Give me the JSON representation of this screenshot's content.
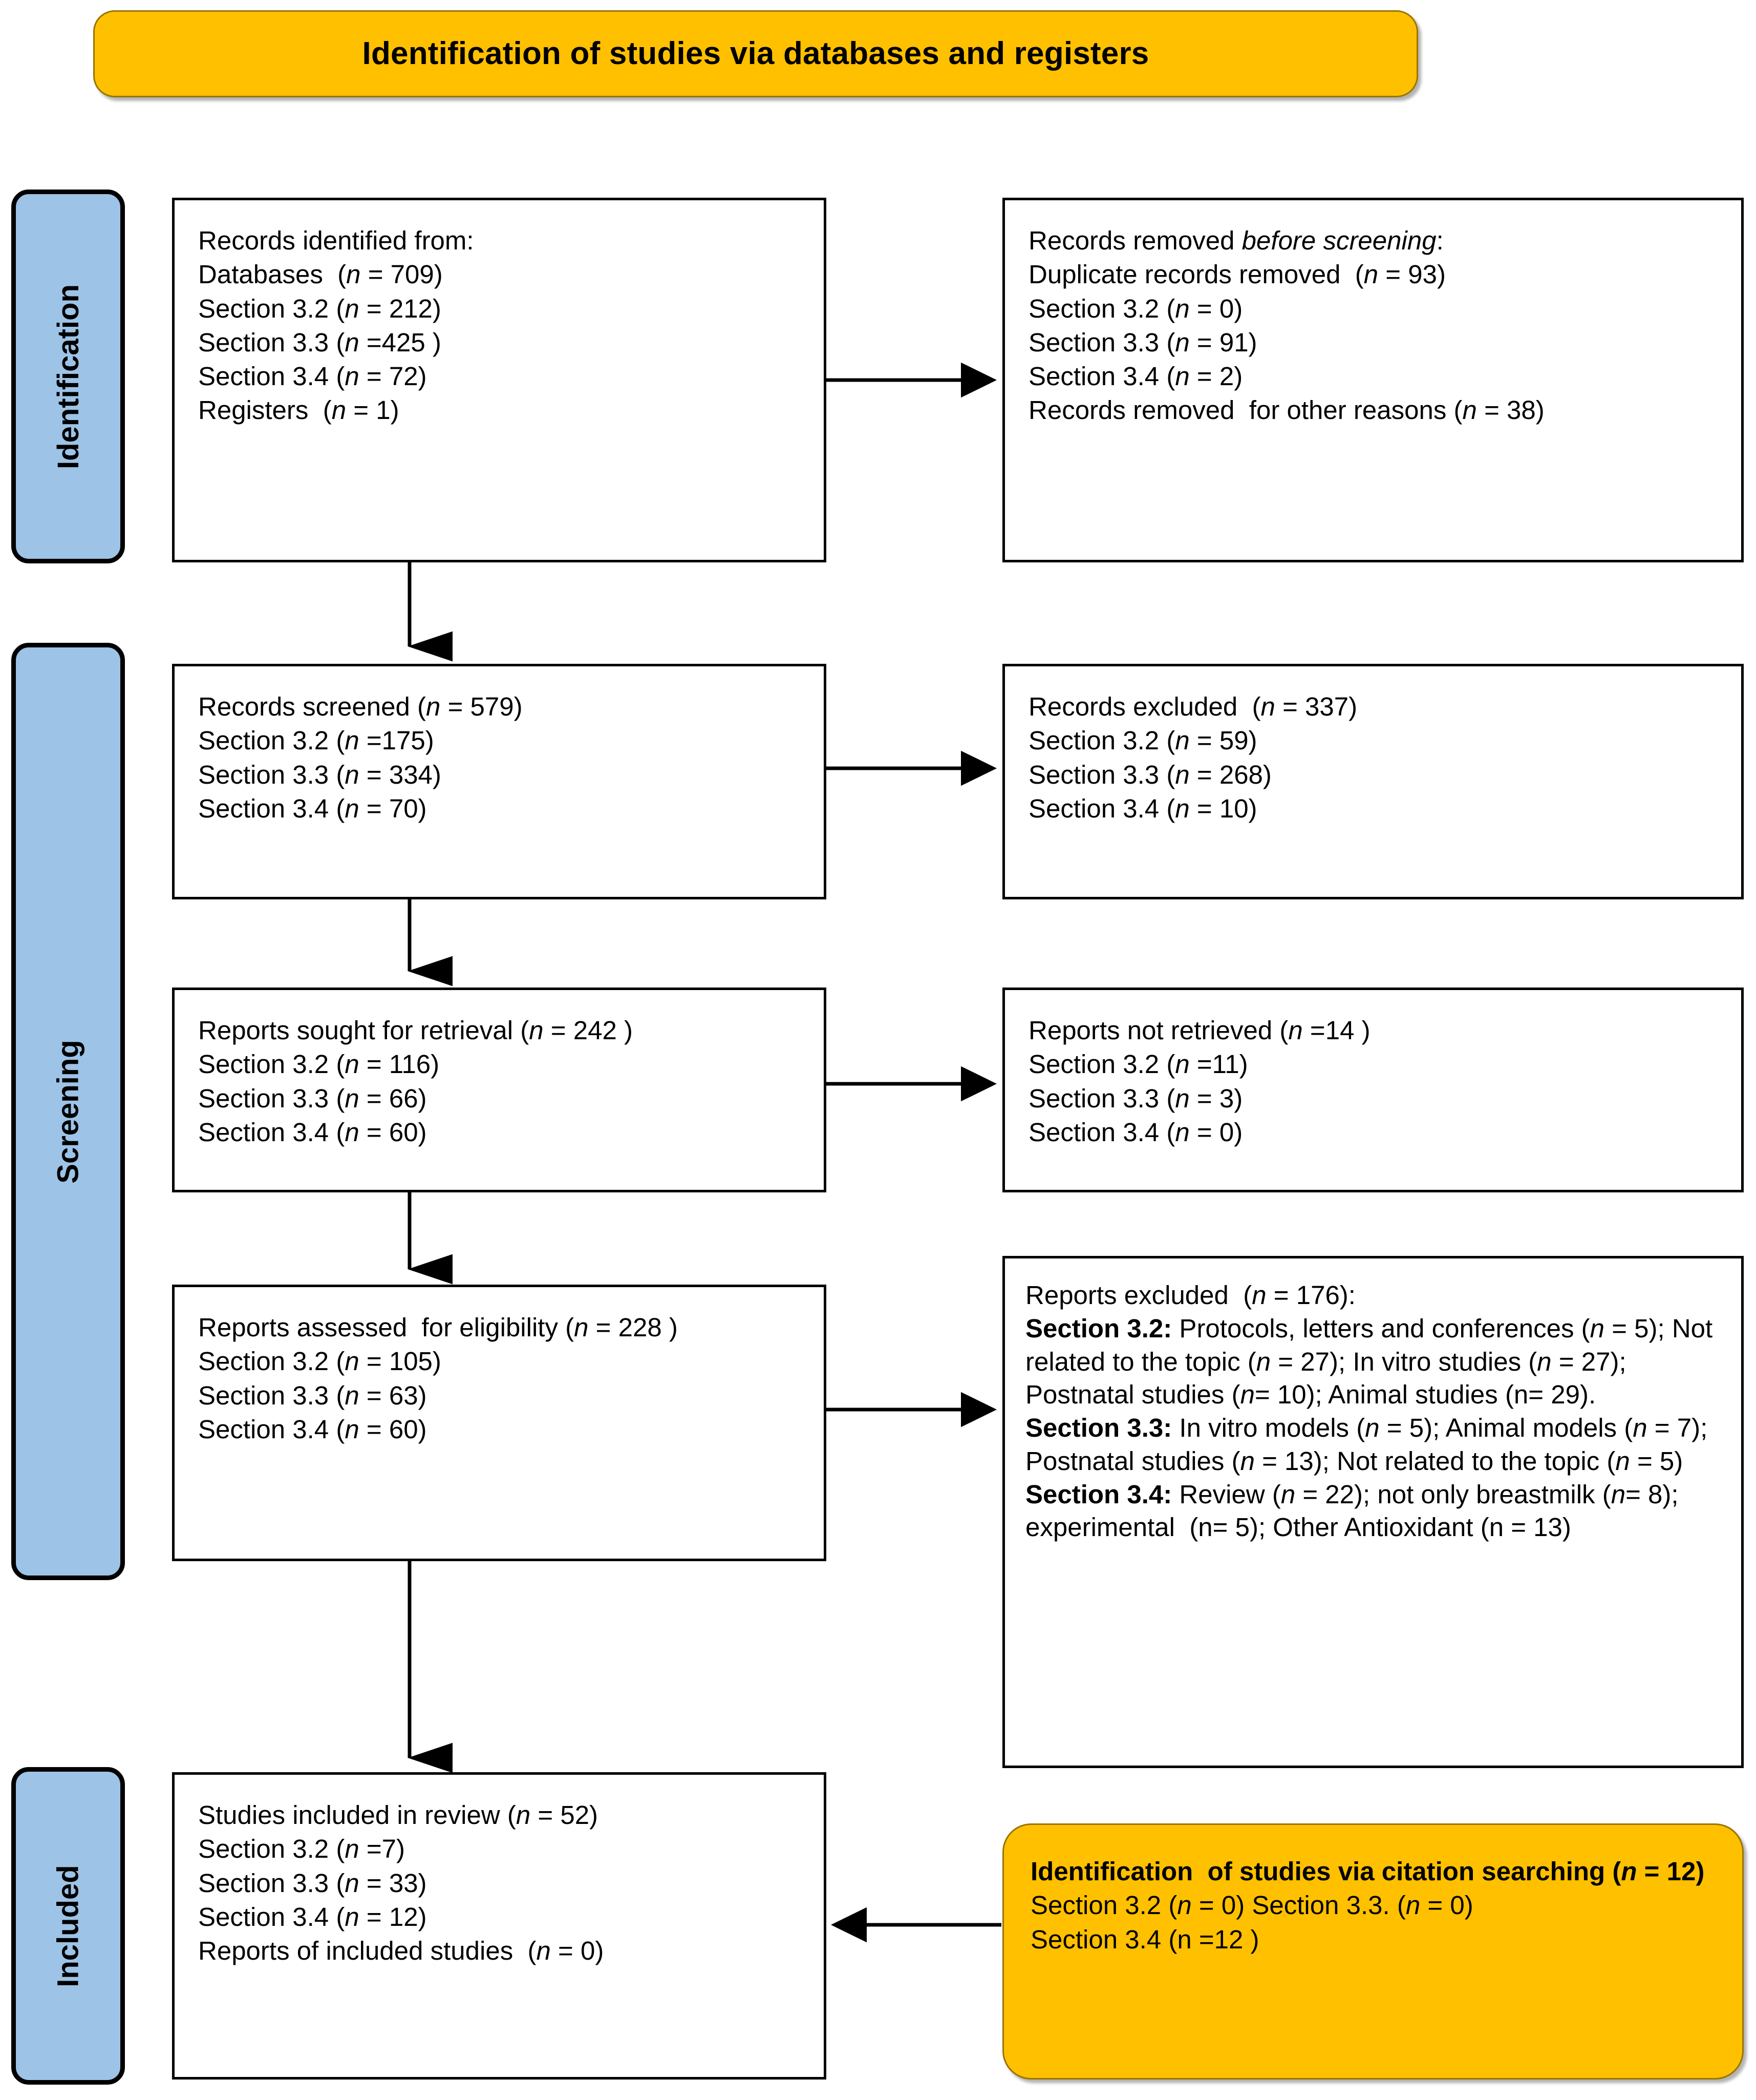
{
  "header": {
    "title": "Identification of studies via databases and registers",
    "accent_color": "#FFC000",
    "border_color": "#9a7400"
  },
  "stage_tabs": [
    {
      "label": "Identification",
      "color": "#9DC3E6"
    },
    {
      "label": "Screening",
      "color": "#9DC3E6"
    },
    {
      "label": "Included",
      "color": "#9DC3E6"
    }
  ],
  "nodes": {
    "identified": {
      "name": "records-identified",
      "lines": [
        "Records identified from:",
        "Databases  (n = 709)",
        "Section 3.2 (n = 212)",
        "Section 3.3 (n =425 )",
        "Section 3.4 (n = 72)",
        "Registers  (n = 1)"
      ]
    },
    "removed_before": {
      "name": "records-removed-before-screening",
      "lines": [
        "Records removed before screening:",
        "Duplicate records removed  (n = 93)",
        "Section 3.2 (n = 0)",
        "Section 3.3 (n = 91)",
        "Section 3.4 (n = 2)",
        "Records removed  for other reasons (n = 38)"
      ]
    },
    "screened": {
      "name": "records-screened",
      "lines": [
        "Records screened (n = 579)",
        "Section 3.2 (n =175)",
        "Section 3.3 (n = 334)",
        "Section 3.4 (n = 70)"
      ]
    },
    "excluded": {
      "name": "records-excluded",
      "lines": [
        "Records excluded  (n = 337)",
        "Section 3.2 (n = 59)",
        "Section 3.3 (n = 268)",
        "Section 3.4 (n = 10)"
      ]
    },
    "sought": {
      "name": "reports-sought-for-retrieval",
      "lines": [
        "Reports sought for retrieval (n = 242 )",
        "Section 3.2 (n = 116)",
        "Section 3.3 (n = 66)",
        "Section 3.4 (n = 60)"
      ]
    },
    "not_retrieved": {
      "name": "reports-not-retrieved",
      "lines": [
        "Reports not retrieved (n =14 )",
        "Section 3.2 (n =11)",
        "Section 3.3 (n = 3)",
        "Section 3.4 (n = 0)"
      ]
    },
    "assessed": {
      "name": "reports-assessed-for-eligibility",
      "lines": [
        "Reports assessed  for eligibility (n = 228 )",
        "Section 3.2 (n = 105)",
        "Section 3.3 (n = 63)",
        "Section 3.4 (n = 60)"
      ]
    },
    "reports_excluded": {
      "name": "reports-excluded",
      "header_line": "Reports excluded  (n = 176):",
      "groups": [
        {
          "label": "Section 3.2:",
          "text": " Protocols, letters and conferences (n = 5); Not related to the topic (n = 27); In vitro studies (n = 27); Postnatal studies (n= 10); Animal studies (n= 29)."
        },
        {
          "label": "Section 3.3:",
          "text": " In vitro models (n = 5); Animal models (n = 7); Postnatal studies (n = 13); Not related to the topic (n = 5)"
        },
        {
          "label": "Section 3.4:",
          "text": " Review (n = 22); not only breastmilk (n= 8); experimental  (n= 5); Other Antioxidant (n = 13)"
        }
      ]
    },
    "included": {
      "name": "studies-included-in-review",
      "lines": [
        "Studies included in review (n = 52)",
        "Section 3.2 (n =7)",
        "Section 3.3 (n = 33)",
        "Section 3.4 (n = 12)",
        "Reports of included studies  (n = 0)"
      ]
    },
    "citation": {
      "name": "identification-via-citation-searching",
      "title": "Identification  of studies via citation searching (n = 12)",
      "lines": [
        "Section 3.2 (n = 0) Section 3.3. (n = 0)",
        "Section 3.4 (n =12 )"
      ]
    }
  },
  "connectors": [
    {
      "name": "arrow-identified-to-removed",
      "direction": "right"
    },
    {
      "name": "arrow-identified-to-screened",
      "direction": "down"
    },
    {
      "name": "arrow-screened-to-excluded",
      "direction": "right"
    },
    {
      "name": "arrow-screened-to-sought",
      "direction": "down"
    },
    {
      "name": "arrow-sought-to-not-retrieved",
      "direction": "right"
    },
    {
      "name": "arrow-sought-to-assessed",
      "direction": "down"
    },
    {
      "name": "arrow-assessed-to-reports-excluded",
      "direction": "right"
    },
    {
      "name": "arrow-assessed-to-included",
      "direction": "down"
    },
    {
      "name": "arrow-citation-to-included",
      "direction": "left"
    }
  ]
}
